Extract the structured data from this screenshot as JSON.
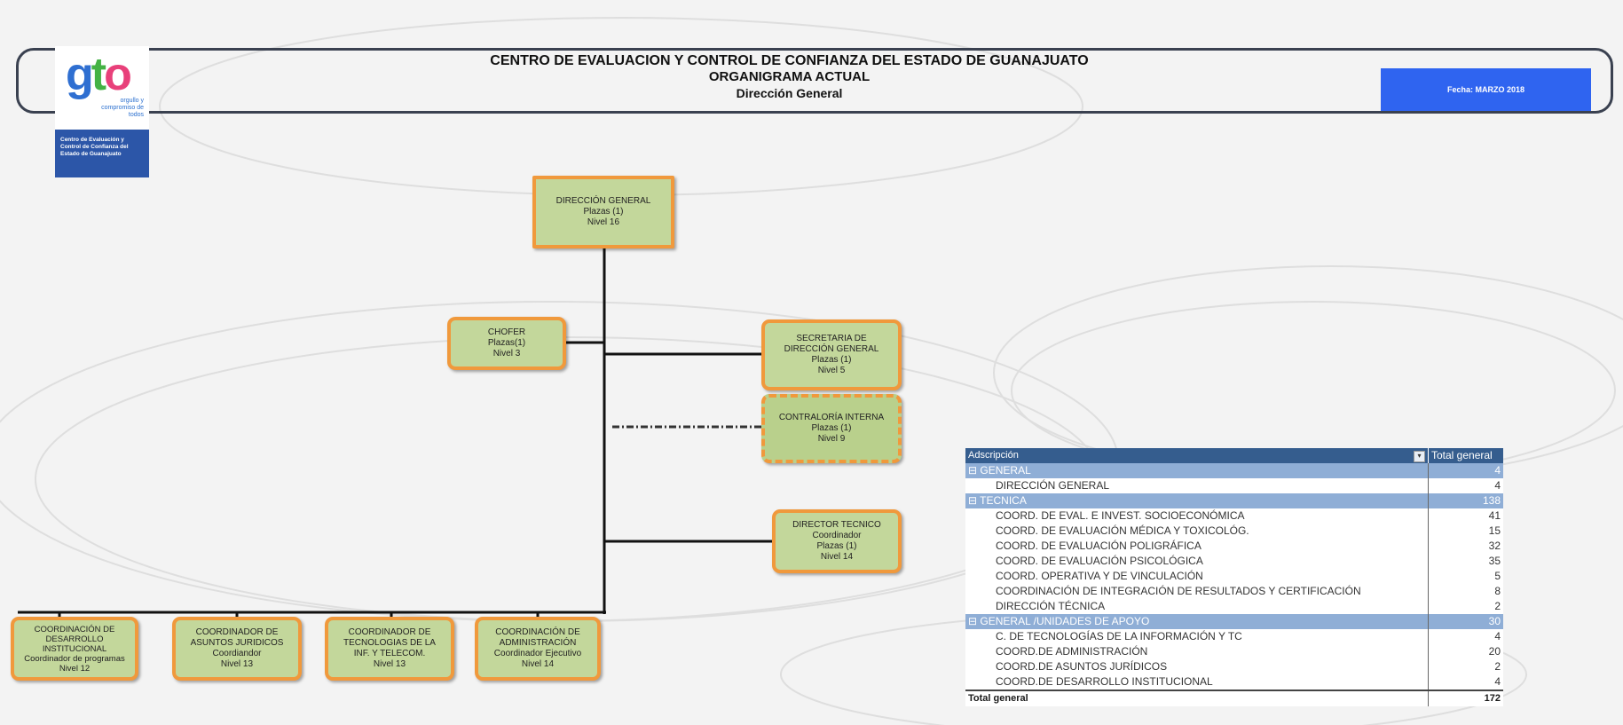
{
  "header": {
    "title_line1": "CENTRO DE EVALUACION Y CONTROL DE CONFIANZA DEL ESTADO DE GUANAJUATO",
    "title_line2": "ORGANIGRAMA ACTUAL",
    "title_line3": "Dirección General",
    "date": "Fecha: MARZO 2018"
  },
  "logo": {
    "mark": "gto",
    "tagline": "orgullo y compromiso de todos",
    "institution": "Centro de Evaluación y Control de Confianza del Estado de Guanajuato",
    "colors": {
      "g": "#2f6fd1",
      "t": "#44b244",
      "o": "#e8407a"
    }
  },
  "org": {
    "direccion_general": {
      "name": "DIRECCIÓN GENERAL",
      "plazas": "Plazas (1)",
      "nivel": "Nivel 16"
    },
    "chofer": {
      "name": "CHOFER",
      "plazas": "Plazas(1)",
      "nivel": "Nivel 3"
    },
    "secretaria": {
      "name1": "SECRETARIA DE",
      "name2": "DIRECCIÓN GENERAL",
      "plazas": "Plazas (1)",
      "nivel": "Nivel 5"
    },
    "contraloria": {
      "name": "CONTRALORÍA INTERNA",
      "plazas": "Plazas (1)",
      "nivel": "Nivel 9"
    },
    "director_tecnico": {
      "name": "DIRECTOR TECNICO",
      "role": "Coordinador",
      "plazas": "Plazas (1)",
      "nivel": "Nivel 14"
    },
    "coord_desarrollo": {
      "name1": "COORDINACIÓN DE",
      "name2": "DESARROLLO",
      "name3": "INSTITUCIONAL",
      "role": "Coordinador de programas",
      "nivel": "Nivel 12"
    },
    "coord_juridicos": {
      "name1": "COORDINADOR DE",
      "name2": "ASUNTOS JURIDICOS",
      "role": "Coordiandor",
      "nivel": "Nivel 13"
    },
    "coord_tecnologias": {
      "name1": "COORDINADOR  DE",
      "name2": "TECNOLOGIAS DE LA",
      "name3": "INF. Y TELECOM.",
      "nivel": "Nivel 13"
    },
    "coord_administracion": {
      "name1": "COORDINACIÓN DE",
      "name2": "ADMINISTRACIÓN",
      "role": "Coordinador Ejecutivo",
      "nivel": "Nivel 14"
    }
  },
  "pivot": {
    "col_adscripcion": "Adscripción",
    "col_total": "Total general",
    "filter_icon": "filter-dropdown-icon",
    "groups": [
      {
        "label": "⊟ GENERAL",
        "total": "4",
        "rows": [
          {
            "name": "DIRECCIÓN GENERAL",
            "value": "4"
          }
        ]
      },
      {
        "label": "⊟ TECNICA",
        "total": "138",
        "rows": [
          {
            "name": "COORD. DE EVAL. E INVEST. SOCIOECONÓMICA",
            "value": "41"
          },
          {
            "name": "COORD. DE EVALUACIÓN MÉDICA Y TOXICOLÓG.",
            "value": "15"
          },
          {
            "name": "COORD. DE EVALUACIÓN POLIGRÁFICA",
            "value": "32"
          },
          {
            "name": "COORD. DE EVALUACIÓN PSICOLÓGICA",
            "value": "35"
          },
          {
            "name": "COORD. OPERATIVA Y DE VINCULACIÓN",
            "value": "5"
          },
          {
            "name": "COORDINACIÓN DE INTEGRACIÓN DE RESULTADOS Y CERTIFICACIÓN",
            "value": "8"
          },
          {
            "name": "DIRECCIÓN TÉCNICA",
            "value": "2"
          }
        ]
      },
      {
        "label": "⊟ GENERAL /UNIDADES DE APOYO",
        "total": "30",
        "rows": [
          {
            "name": "C. DE TECNOLOGÍAS DE LA INFORMACIÓN Y TC",
            "value": "4"
          },
          {
            "name": "COORD.DE ADMINISTRACIÓN",
            "value": "20"
          },
          {
            "name": "COORD.DE ASUNTOS JURÍDICOS",
            "value": "2"
          },
          {
            "name": "COORD.DE DESARROLLO INSTITUCIONAL",
            "value": "4"
          }
        ]
      }
    ],
    "total_label": "Total general",
    "total_value": "172"
  },
  "colors": {
    "box_fill": "#c3d79b",
    "box_border": "#f0993c",
    "date_box": "#2f64f0",
    "pivot_header": "#355d8e",
    "pivot_group": "#8faed6"
  }
}
